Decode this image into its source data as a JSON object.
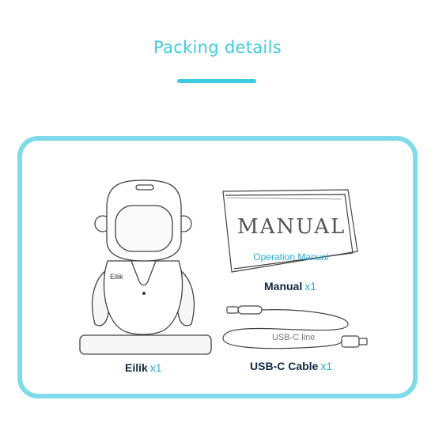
{
  "header": {
    "title": "Packing details"
  },
  "items": {
    "eilik": {
      "name": "Eilik",
      "qty": "x1",
      "chest_label": "Eilik"
    },
    "manual": {
      "name": "Manual",
      "qty": "x1",
      "cover_title": "MANUAL",
      "cover_subtitle": "Operation Manual"
    },
    "cable": {
      "name": "USB-C Cable",
      "qty": "x1",
      "line_label": "USB-C line"
    }
  },
  "colors": {
    "accent": "#3fcbe0",
    "frame": "#7fdbe9",
    "label": "#0f2a44",
    "qty": "#25aee0"
  }
}
